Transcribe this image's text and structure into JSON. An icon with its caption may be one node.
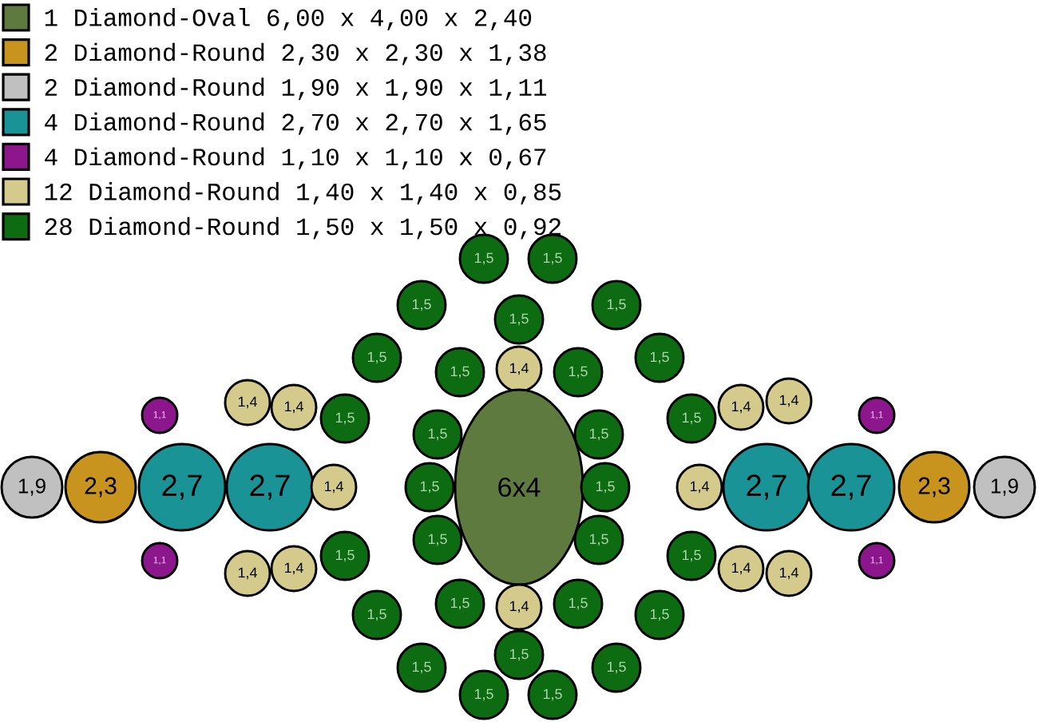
{
  "diagram": {
    "nodes": [
      {
        "text": [
          "1,5"
        ]
      },
      {
        "text": [
          "1,5"
        ]
      },
      {
        "text": [
          "1,5"
        ]
      },
      {
        "text": [
          "1,5"
        ]
      },
      {
        "text": [
          "1,5"
        ]
      },
      {
        "text": [
          "1,5"
        ]
      },
      {
        "text": [
          "1,5"
        ]
      },
      {
        "text": [
          "1,5"
        ]
      },
      {
        "text": [
          "1,4"
        ]
      },
      {
        "text": [
          "1,5"
        ]
      },
      {
        "text": [
          "1,4"
        ]
      },
      {
        "text": [
          "1,4"
        ]
      },
      {
        "text": [
          "1,4"
        ]
      },
      {
        "text": [
          "1,4"
        ]
      },
      {
        "text": [
          "1,1"
        ]
      },
      {
        "text": [
          "1,5"
        ]
      },
      {
        "text": [
          "1,5"
        ]
      },
      {
        "text": [
          "1,1"
        ]
      },
      {
        "text": [
          "1,5"
        ]
      },
      {
        "text": [
          "1,5"
        ]
      },
      {
        "text": [
          "1,9"
        ]
      },
      {
        "text": [
          "2,3"
        ]
      },
      {
        "text": [
          "2,7"
        ]
      },
      {
        "text": [
          "2,7"
        ]
      },
      {
        "text": [
          "1,4"
        ]
      },
      {
        "text": [
          "1,5"
        ]
      },
      {
        "text": [
          "6x4"
        ]
      },
      {
        "text": [
          "1,5"
        ]
      },
      {
        "text": [
          "1,4"
        ]
      },
      {
        "text": [
          "2,7"
        ]
      },
      {
        "text": [
          "2,7"
        ]
      },
      {
        "text": [
          "2,3"
        ]
      },
      {
        "text": [
          "1,9"
        ]
      },
      {
        "text": [
          "1,5"
        ]
      },
      {
        "text": [
          "1,5"
        ]
      },
      {
        "text": [
          "1,1"
        ]
      },
      {
        "text": [
          "1,5"
        ]
      },
      {
        "text": [
          "1,5"
        ]
      },
      {
        "text": [
          "1,1"
        ]
      },
      {
        "text": [
          "1,4"
        ]
      },
      {
        "text": [
          "1,4"
        ]
      },
      {
        "text": [
          "1,4"
        ]
      },
      {
        "text": [
          "1,4"
        ]
      },
      {
        "text": [
          "1,5"
        ]
      },
      {
        "text": [
          "1,4"
        ]
      },
      {
        "text": [
          "1,5"
        ]
      },
      {
        "text": [
          "1,5"
        ]
      },
      {
        "text": [
          "1,5"
        ]
      },
      {
        "text": [
          "1,5"
        ]
      },
      {
        "text": [
          "1,5"
        ]
      },
      {
        "text": [
          "1,5"
        ]
      },
      {
        "text": [
          "1,5"
        ]
      },
      {
        "text": [
          "1,5"
        ]
      }
    ],
    "legend": [
      {
        "text": "1 Diamond-Oval 6,00 x 4,00 x 2,40",
        "color": "#5f7a3e"
      },
      {
        "text": "2 Diamond-Round 2,30 x 2,30 x 1,38",
        "color": "#c8941e"
      },
      {
        "text": "2 Diamond-Round 1,90 x 1,90 x 1,11",
        "color": "#c0c0c0"
      },
      {
        "text": "4 Diamond-Round 2,70 x 2,70 x 1,65",
        "color": "#1a9396"
      },
      {
        "text": "4 Diamond-Round 1,10 x 1,10 x 0,67",
        "color": "#8c168c"
      },
      {
        "text": "12 Diamond-Round 1,40 x 1,40 x 0,85",
        "color": "#d3ca8c"
      },
      {
        "text": "28 Diamond-Round 1,50 x 1,50 x 0,92",
        "color": "#0d6b12"
      }
    ]
  }
}
